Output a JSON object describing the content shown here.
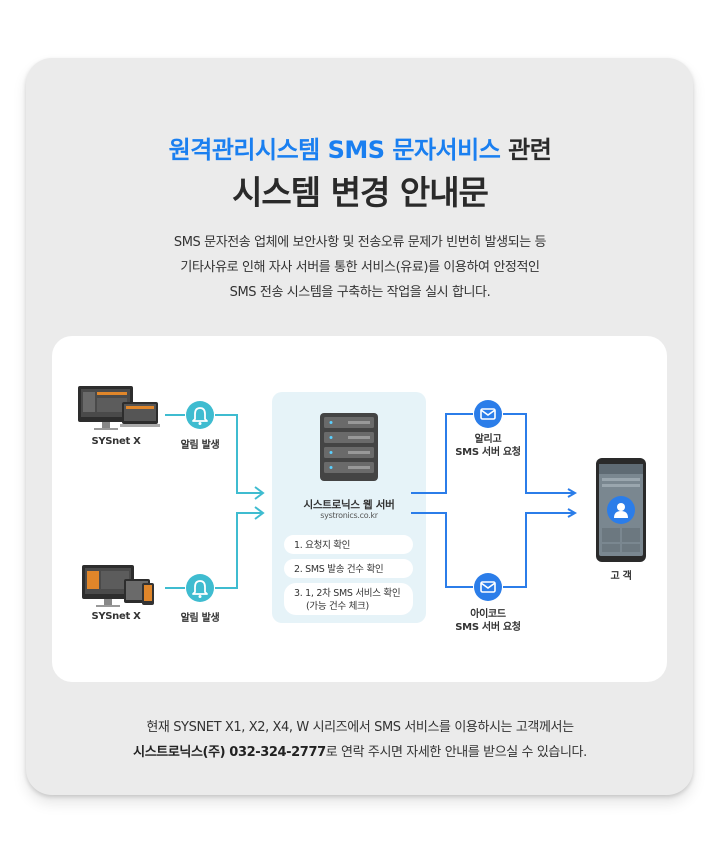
{
  "header": {
    "title_blue": "원격관리시스템 SMS 문자서비스",
    "title_dark": "관련",
    "title_main": "시스템 변경 안내문"
  },
  "description": {
    "line1": "SMS 문자전송 업체에 보안사항 및 전송오류 문제가 빈번히 발생되는 등",
    "line2": "기타사유로 인해 자사 서버를 통한 서비스(유료)를 이용하여 안정적인",
    "line3": "SMS 전송 시스템을 구축하는 작업을 실시 합니다."
  },
  "diagram": {
    "sources": [
      {
        "name": "SYSnet X",
        "event": "알림 발생"
      },
      {
        "name": "SYSnet X",
        "event": "알림 발생"
      }
    ],
    "server": {
      "name": "시스트로닉스 웹 서버",
      "url": "systronics.co.kr",
      "steps": [
        "1. 요청지 확인",
        "2. SMS 발송 건수 확인",
        "3. 1, 2차 SMS 서비스 확인",
        "(가능 건수 체크)"
      ]
    },
    "requests": [
      {
        "line1": "알리고",
        "line2": "SMS 서버 요청"
      },
      {
        "line1": "아이코드",
        "line2": "SMS 서버 요청"
      }
    ],
    "customer": "고 객"
  },
  "footer": {
    "line1": "현재 SYSNET X1, X2, X4, W 시리즈에서 SMS 서비스를 이용하시는 고객께서는",
    "company": "시스트로닉스(주) 032-324-2777",
    "line2_rest": "로 연락 주시면 자세한 안내를 받으실 수 있습니다."
  },
  "colors": {
    "accent_blue": "#1a7ff0",
    "teal": "#3fbcd0",
    "blue_line": "#2b7de9",
    "panel_bg": "#e6f3f8",
    "card_bg": "#ebebeb"
  },
  "icons": [
    "bell-icon",
    "mail-icon",
    "server-icon",
    "monitor-icon",
    "phone-icon",
    "user-icon"
  ]
}
